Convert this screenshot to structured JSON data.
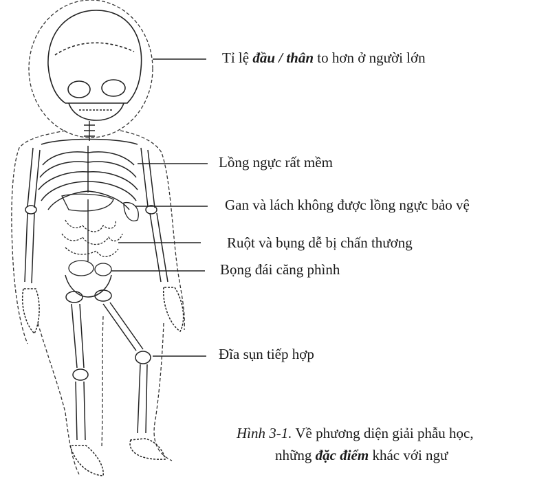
{
  "labels": [
    {
      "id": "head",
      "pre": "Tỉ lệ ",
      "em": "đầu / thân",
      "post": " to hơn ở người lớn"
    },
    {
      "id": "ribcage",
      "pre": "Lồng ngực rất mềm",
      "em": "",
      "post": ""
    },
    {
      "id": "liver",
      "pre": "Gan và lách không được lồng ngực bảo vệ",
      "em": "",
      "post": ""
    },
    {
      "id": "abdomen",
      "pre": "Ruột và bụng dễ bị chấn thương",
      "em": "",
      "post": ""
    },
    {
      "id": "bladder",
      "pre": "Bọng đái căng phình",
      "em": "",
      "post": ""
    },
    {
      "id": "growth_plate",
      "pre": "Đĩa sụn tiếp hợp",
      "em": "",
      "post": ""
    }
  ],
  "caption": {
    "lead": "Hình 3-1.",
    "line1": " Về phương diện giải phẫu học,",
    "line2_pre": "những ",
    "line2_em": "đặc điểm",
    "line2_post": " khác với ngư"
  }
}
